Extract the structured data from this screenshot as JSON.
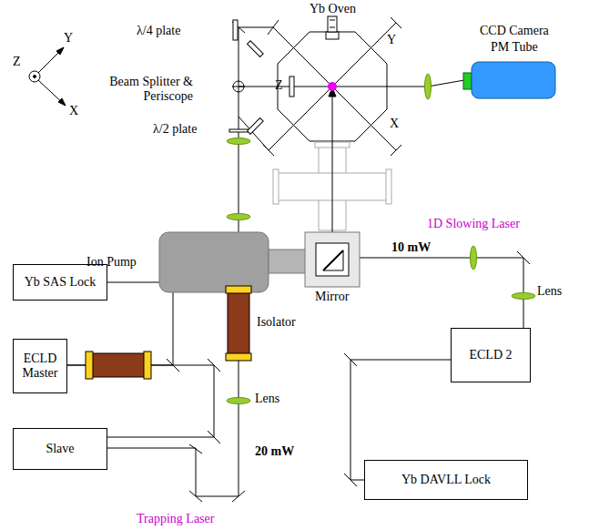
{
  "diagram": {
    "nodes": [
      {
        "text": [
          "Yb SAS Lock"
        ]
      },
      {
        "text": [
          "ECLD Master"
        ]
      },
      {
        "text": [
          "Slave"
        ]
      },
      {
        "text": [
          "ECLD 2"
        ]
      },
      {
        "text": [
          "Yb DAVLL Lock"
        ]
      }
    ],
    "edges": [
      {
        "from": 1,
        "to": 0,
        "arrow": "none"
      },
      {
        "from": 1,
        "to": 2,
        "arrow": "none"
      },
      {
        "from": 3,
        "to": 4,
        "arrow": "none"
      }
    ],
    "labels": [
      "Yb Oven",
      "Y",
      "Z",
      "X",
      "λ/4 plate",
      "Beam Splitter & Periscope",
      "λ/2 plate",
      "CCD Camera",
      "PM Tube",
      "Y",
      "Z",
      "X",
      "Ion Pump",
      "Mirror",
      "10 mW",
      "1D Slowing Laser",
      "Lens",
      "Isolator",
      "Lens",
      "20 mW",
      "Trapping Laser"
    ]
  }
}
